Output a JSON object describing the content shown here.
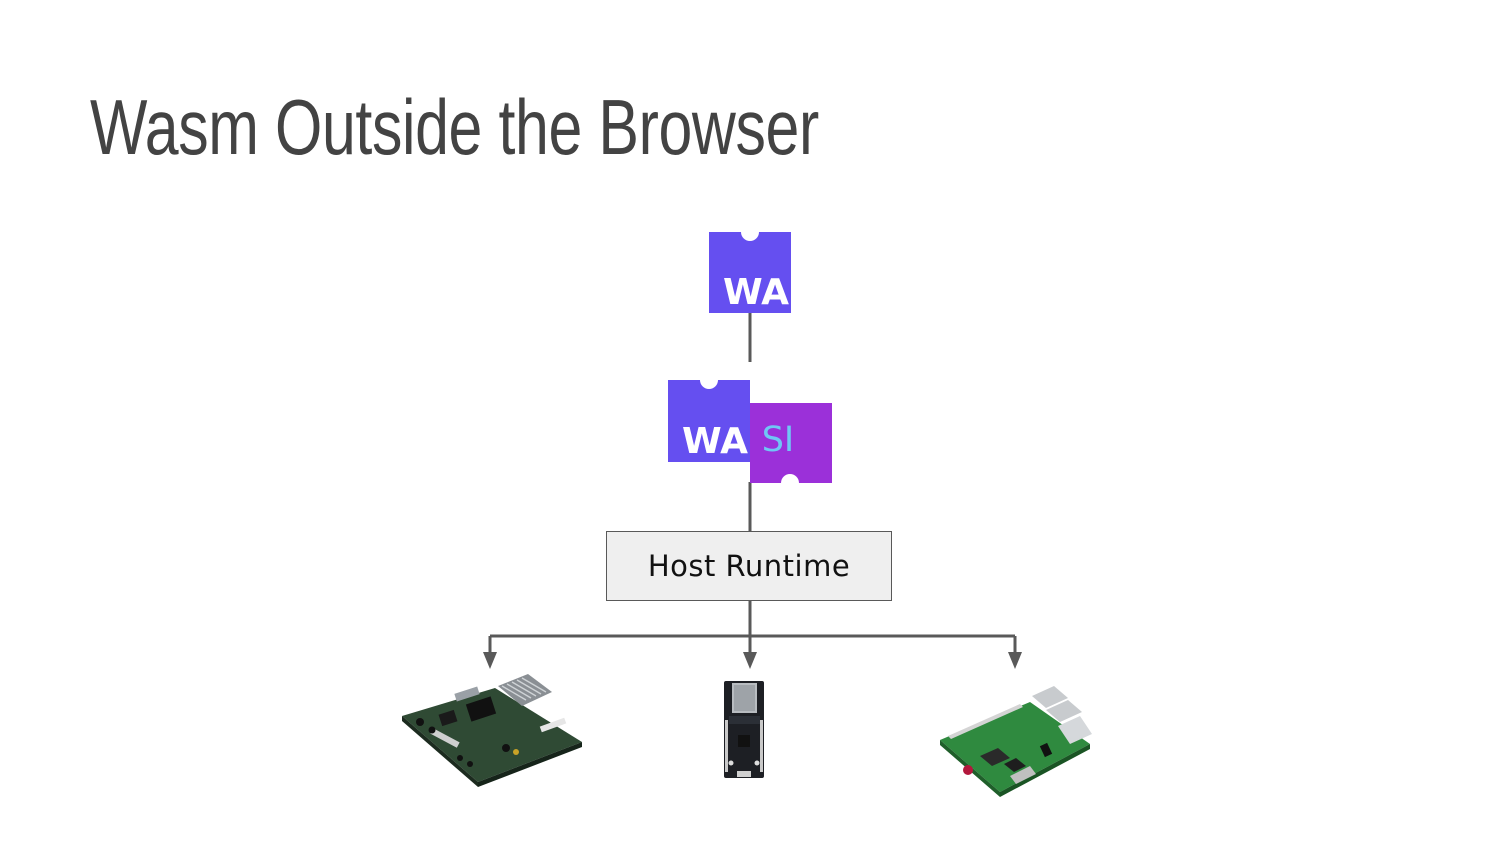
{
  "slide": {
    "title": "Wasm Outside the Browser"
  },
  "logos": {
    "wasm": {
      "text": "WA"
    },
    "wasi": {
      "wa_text": "WA",
      "si_text": "SI"
    }
  },
  "host_runtime": {
    "label": "Host Runtime"
  },
  "devices": [
    {
      "icon": "circuit-board-icon"
    },
    {
      "icon": "microcontroller-icon"
    },
    {
      "icon": "raspberry-pi-icon"
    }
  ],
  "colors": {
    "title": "#434343",
    "wasm_purple": "#654ff0",
    "wasi_magenta": "#9b30d9",
    "wasi_text": "#6fc7f5",
    "connector": "#595959",
    "host_fill": "#efefef"
  }
}
